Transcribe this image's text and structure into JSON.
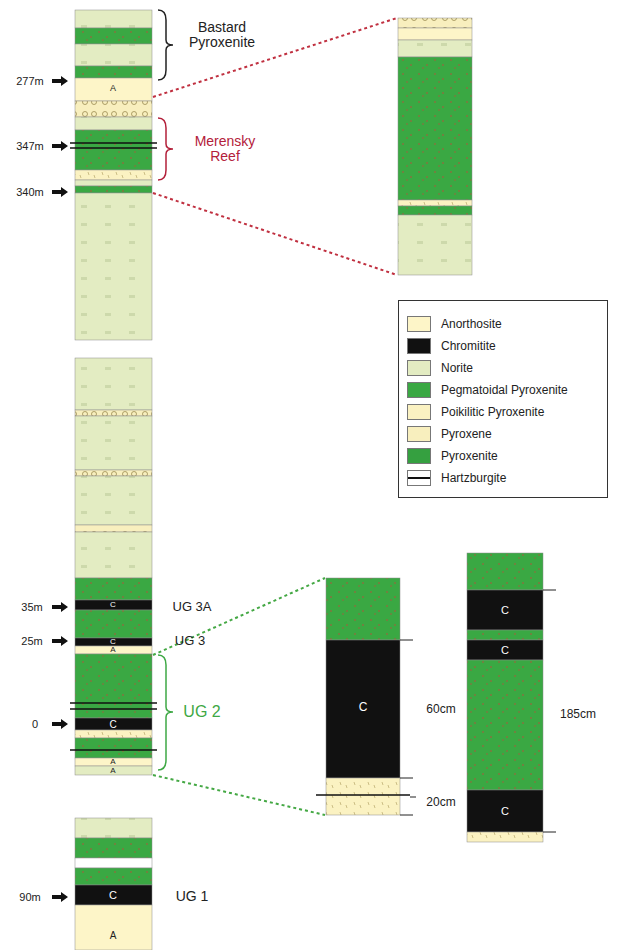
{
  "diagram": {
    "labels": [
      "Bastard Pyroxenite",
      "277m",
      "A",
      "347m",
      "Merensky Reef",
      "340m",
      "35m",
      "C",
      "UG 3A",
      "25m",
      "C",
      "A",
      "UG 3",
      "UG 2",
      "0",
      "C",
      "A",
      "A",
      "90m",
      "C",
      "UG 1",
      "A",
      "C",
      "60cm",
      "20cm",
      "C",
      "C",
      "C",
      "185cm"
    ],
    "legend": [
      {
        "text": "Anorthosite",
        "color": "#fdf5c8"
      },
      {
        "text": "Chromitite",
        "color": "#111111"
      },
      {
        "text": "Norite",
        "color": "#e3ecc2"
      },
      {
        "text": "Pegmatoidal Pyroxenite",
        "color": "#3aa843"
      },
      {
        "text": "Poikilitic Pyroxenite",
        "color": "#fbf2c2"
      },
      {
        "text": "Pyroxene",
        "color": "#f8efbe"
      },
      {
        "text": "Pyroxenite",
        "color": "#35a040"
      },
      {
        "text": "Hartzburgite"
      }
    ]
  }
}
